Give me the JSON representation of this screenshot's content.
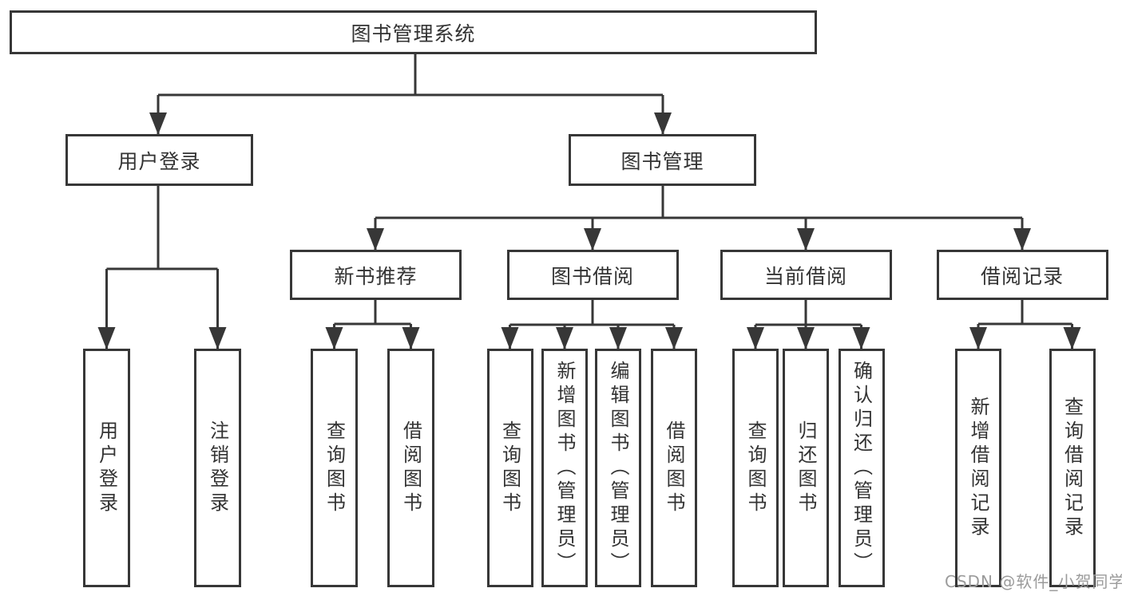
{
  "diagram": {
    "title": "图书管理系统",
    "type": "hierarchy-tree"
  },
  "tree": {
    "root": {
      "label": "图书管理系统",
      "children": [
        {
          "label": "用户登录",
          "children": [
            {
              "label": "用户登录"
            },
            {
              "label": "注销登录"
            }
          ]
        },
        {
          "label": "图书管理",
          "children": [
            {
              "label": "新书推荐",
              "children": [
                {
                  "label": "查询图书"
                },
                {
                  "label": "借阅图书"
                }
              ]
            },
            {
              "label": "图书借阅",
              "children": [
                {
                  "label": "查询图书"
                },
                {
                  "label": "新增图书（管理员）"
                },
                {
                  "label": "编辑图书（管理员）"
                },
                {
                  "label": "借阅图书"
                }
              ]
            },
            {
              "label": "当前借阅",
              "children": [
                {
                  "label": "查询图书"
                },
                {
                  "label": "归还图书"
                },
                {
                  "label": "确认归还（管理员）"
                }
              ]
            },
            {
              "label": "借阅记录",
              "children": [
                {
                  "label": "新增借阅记录"
                },
                {
                  "label": "查询借阅记录"
                }
              ]
            }
          ]
        }
      ]
    }
  },
  "watermark": {
    "text": "CSDN @软件_小贺同学"
  },
  "colors": {
    "line": "#373737",
    "box_border": "#373737",
    "text": "#333333",
    "background": "#ffffff",
    "watermark": "#9b9b9b"
  }
}
